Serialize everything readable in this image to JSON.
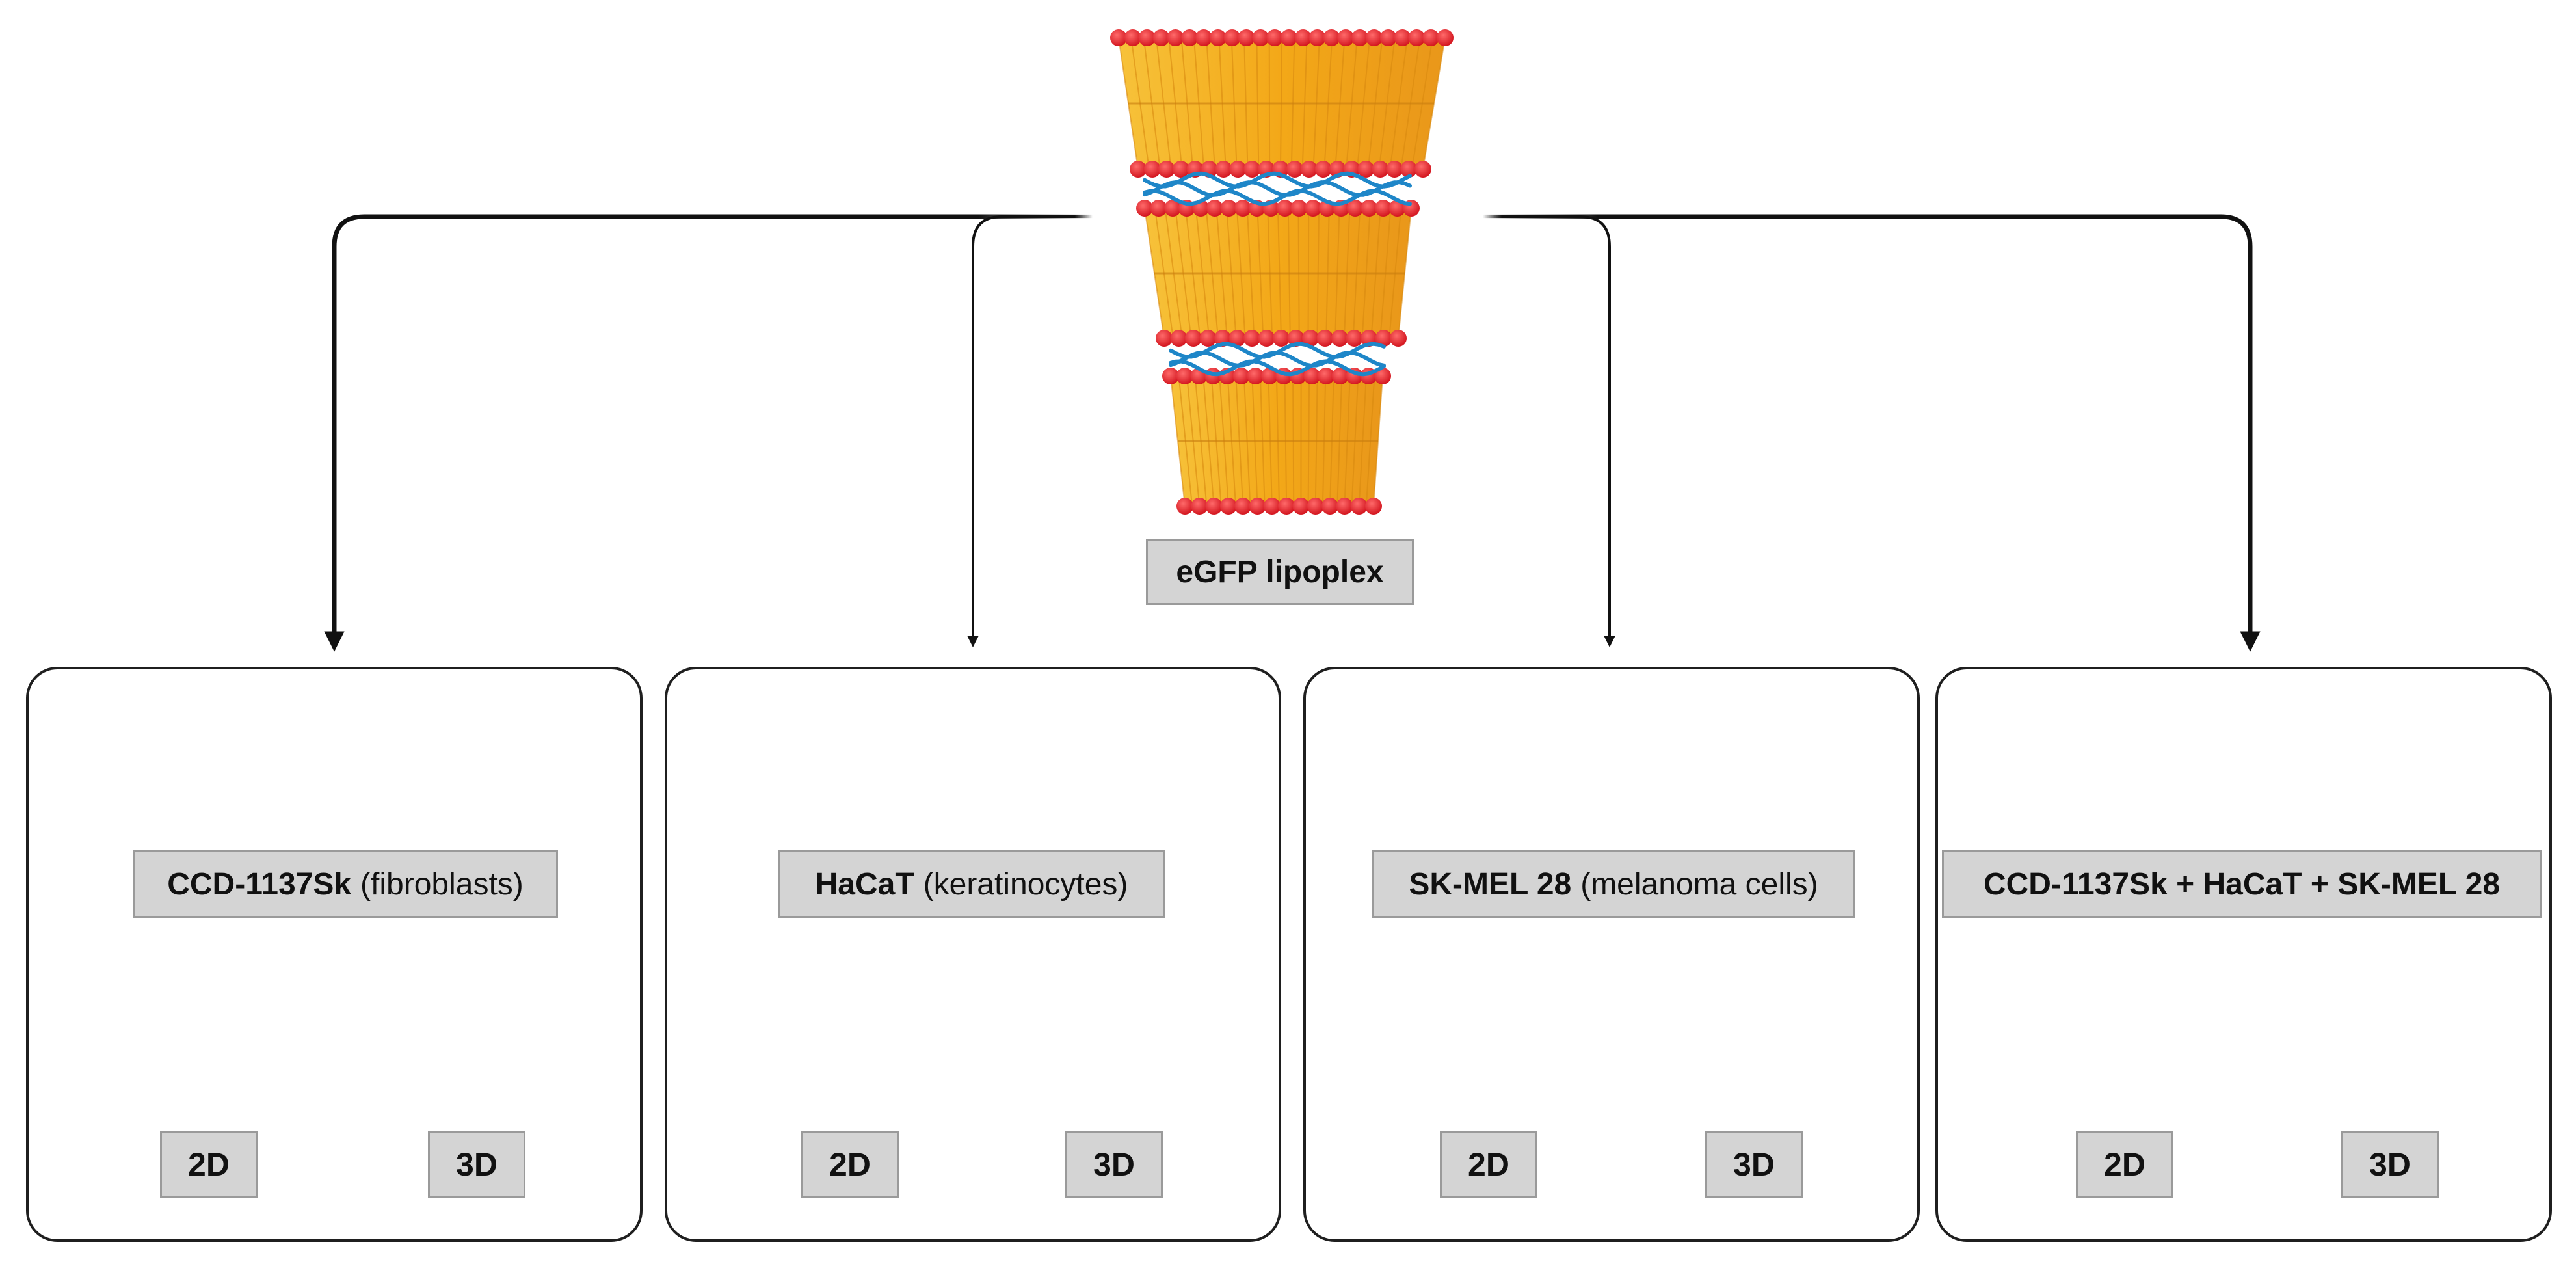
{
  "lipoplex": {
    "label": "eGFP lipoplex"
  },
  "colors": {
    "fibroblast": "#0e6aa8",
    "keratinocyte": "#f2aaa8",
    "melanoma": "#b43fe0",
    "lipid_head": "#e8262e",
    "lipid_tail": "#f5b41e",
    "dna": "#1e86c8",
    "box_fill": "#d4d4d4",
    "medium": "#bde4f2"
  },
  "panels": [
    {
      "label_bold": "CCD-1137Sk",
      "label_regular": "(fibroblasts)",
      "dim_2d": "2D",
      "dim_3d": "3D"
    },
    {
      "label_bold": "HaCaT",
      "label_regular": "(keratinocytes)",
      "dim_2d": "2D",
      "dim_3d": "3D"
    },
    {
      "label_bold": "SK-MEL 28",
      "label_regular": "(melanoma  cells)",
      "dim_2d": "2D",
      "dim_3d": "3D"
    },
    {
      "label_bold": "CCD-1137Sk + HaCaT + SK-MEL 28",
      "label_regular": "",
      "dim_2d": "2D",
      "dim_3d": "3D"
    }
  ]
}
